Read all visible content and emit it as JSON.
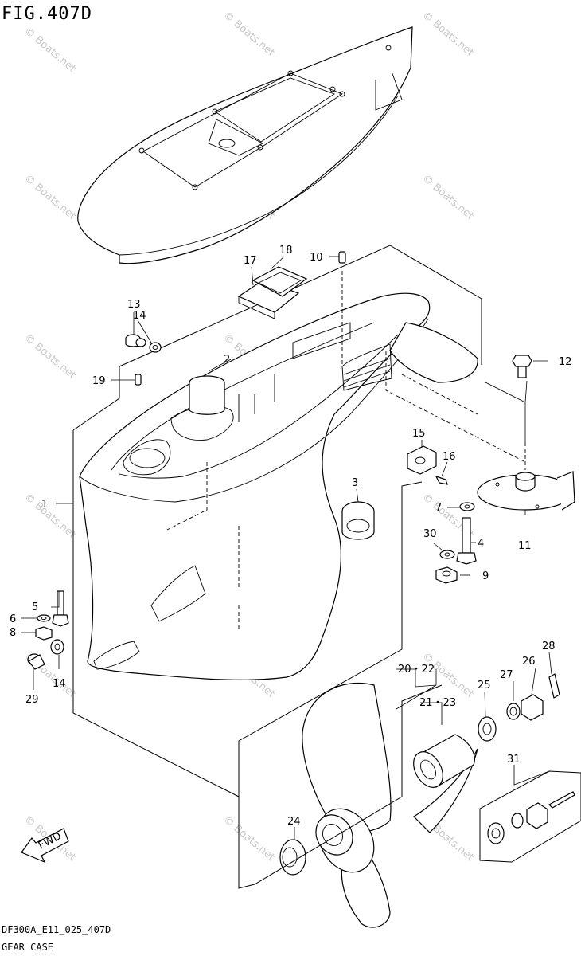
{
  "figure_title": "FIG.407D",
  "footer_code": "DF300A_E11_025_407D",
  "footer_name": "GEAR CASE",
  "watermark": "© Boats.net",
  "fwd_label": "FWD",
  "callouts": {
    "p1": "1",
    "p2": "2",
    "p3": "3",
    "p4": "4",
    "p5": "5",
    "p6": "6",
    "p7": "7",
    "p8": "8",
    "p9": "9",
    "p10": "10",
    "p11": "11",
    "p12": "12",
    "p13": "13",
    "p14a": "14",
    "p14b": "14",
    "p15": "15",
    "p16": "16",
    "p17": "17",
    "p18": "18",
    "p19": "19",
    "p20_22": "20・22",
    "p21_23": "21・23",
    "p24": "24",
    "p25": "25",
    "p26": "26",
    "p27": "27",
    "p28": "28",
    "p29": "29",
    "p30": "30",
    "p31": "31"
  }
}
